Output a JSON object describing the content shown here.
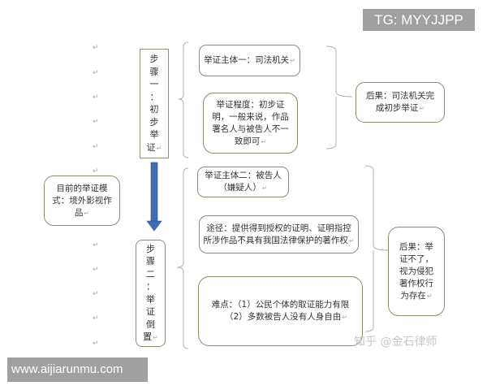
{
  "watermarks": {
    "top_right": "TG: MYYJJPP",
    "bottom_left": "www.aijiarunmu.com",
    "zhihu": "知乎 @金石律师"
  },
  "paragraph_mark": "↵",
  "left_box": {
    "label": "目前的举证模式：境外影视作品",
    "lines": [
      "目前的举证模",
      "式：境外影视作",
      "品"
    ]
  },
  "step1": {
    "label": "步骤一：初步举证",
    "chars": [
      "步",
      "骤",
      "一",
      "：",
      "初",
      "步",
      "举",
      "证"
    ],
    "items": [
      {
        "lines": [
          "举证主体一：司法机关"
        ]
      },
      {
        "lines": [
          "举证程度：初步证",
          "明，一般来说，作品",
          "署名人与被告人不一",
          "致即可"
        ]
      }
    ],
    "result": {
      "lines": [
        "后果：司法机关完",
        "成初步举证"
      ]
    }
  },
  "step2": {
    "label": "步骤二：举证倒置",
    "chars": [
      "步",
      "骤",
      "二",
      "：",
      "举",
      "证",
      "倒",
      "置"
    ],
    "items": [
      {
        "lines": [
          "举证主体二：被告人",
          "（嫌疑人）"
        ]
      },
      {
        "lines": [
          "途径：提供得到授权的证明、证明指控",
          "所涉作品不具有我国法律保护的著作权"
        ]
      },
      {
        "lines": [
          "难点：（1）公民个体的取证能力有限",
          "（2）多数被告人没有人身自由"
        ]
      }
    ],
    "result": {
      "lines": [
        "后果：举",
        "证不了，",
        "视为侵犯",
        "著作权行",
        "为存在"
      ]
    }
  },
  "arrow": {
    "color": "#3f6cb5",
    "direction": "down"
  },
  "colors": {
    "box_border": "#8a8f6a",
    "brace": "#b0b0b0",
    "watermark_bg": "#a0a0a0"
  }
}
